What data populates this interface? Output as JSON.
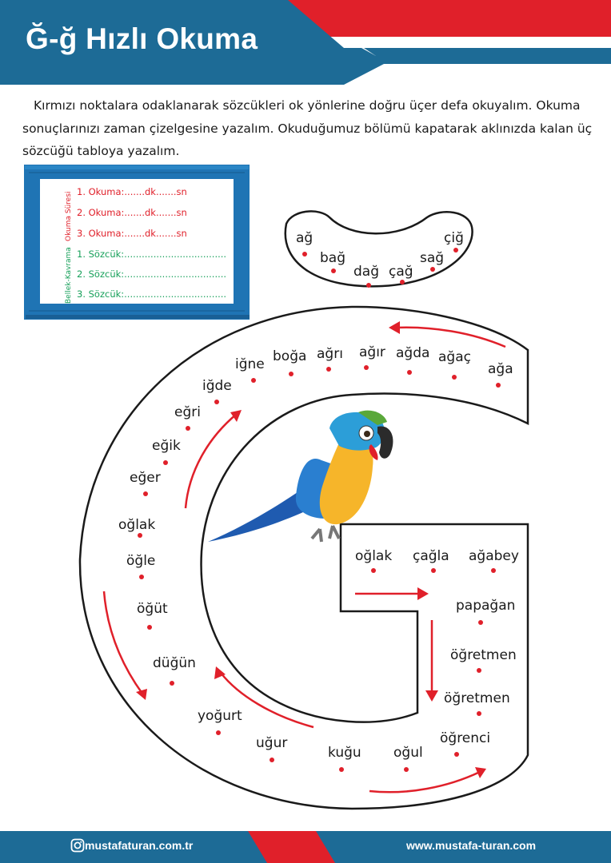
{
  "header": {
    "title": "Ğ-ğ Hızlı Okuma"
  },
  "instructions": "Kırmızı noktalara odaklanarak sözcükleri ok yönlerine doğru üçer defa okuyalım. Okuma sonuçlarınızı zaman çizelgesine yazalım. Okuduğumuz bölümü kapatarak aklınızda kalan üç sözcüğü tabloya yazalım.",
  "board": {
    "side_label_time": "Okuma Süresi",
    "side_label_memory": "Bellek-Kavrama",
    "reading_rows": [
      "1.    Okuma:.......dk.......sn",
      "2. Okuma:.......dk.......sn",
      "3. Okuma:.......dk.......sn"
    ],
    "word_rows": [
      "1.    Sözcük:...................................",
      "2. Sözcük:...................................",
      "3. Sözcük:..................................."
    ]
  },
  "arc_words": [
    "ağ",
    "bağ",
    "dağ",
    "çağ",
    "sağ",
    "çiğ"
  ],
  "g_words": {
    "top": [
      "ağa",
      "ağaç",
      "ağda",
      "ağır",
      "ağrı",
      "boğa",
      "iğne",
      "iğde"
    ],
    "left": [
      "eğri",
      "eğik",
      "eğer",
      "oğlak",
      "öğle",
      "öğüt",
      "düğün"
    ],
    "bottom": [
      "yoğurt",
      "uğur",
      "kuğu",
      "oğul",
      "öğrenci"
    ],
    "inner": [
      "oğlak",
      "çağla",
      "ağabey",
      "papağan",
      "öğretmen",
      "öğretmen"
    ]
  },
  "footer": {
    "instagram": "mustafaturan.com.tr",
    "website": "www.mustafa-turan.com"
  },
  "colors": {
    "header_blue": "#1d6b96",
    "accent_red": "#e0202a",
    "board_blue": "#1f74b4",
    "green_text": "#17a05a"
  },
  "icons": [
    "instagram-icon",
    "parrot-illustration",
    "arrow-icon"
  ]
}
